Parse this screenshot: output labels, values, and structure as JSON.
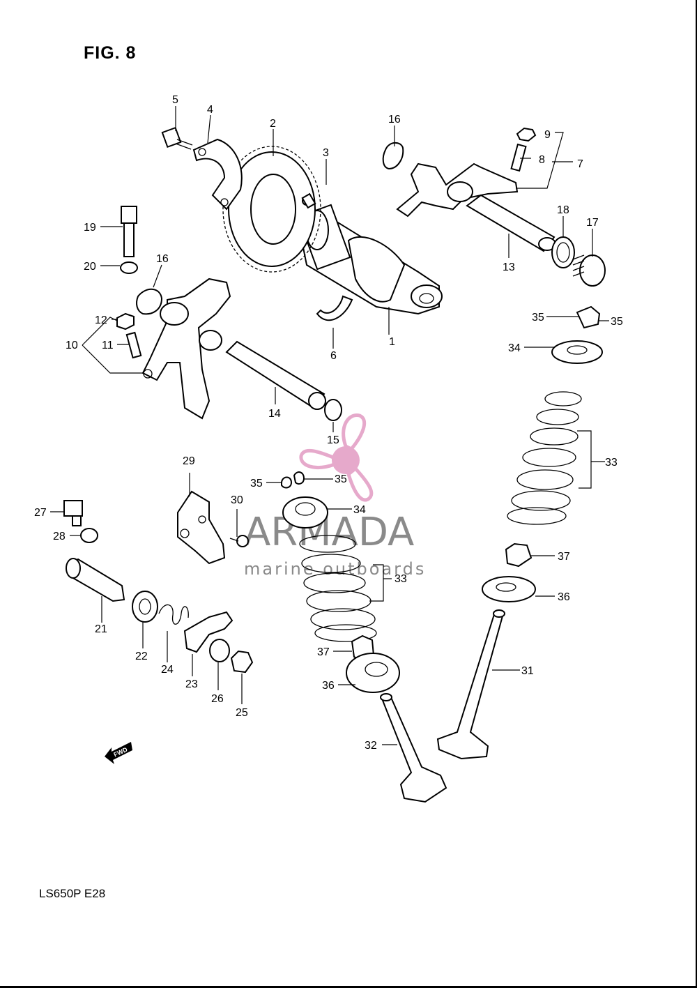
{
  "figure": {
    "title": "FIG. 8",
    "model_code": "LS650P  E28"
  },
  "watermark": {
    "brand": "ARMADA",
    "tagline": "marine outboards",
    "color": "#e0a4c6"
  },
  "fwd_label": "FWD",
  "callouts": [
    {
      "id": "c1",
      "text": "1"
    },
    {
      "id": "c2",
      "text": "2"
    },
    {
      "id": "c3",
      "text": "3"
    },
    {
      "id": "c4",
      "text": "4"
    },
    {
      "id": "c5",
      "text": "5"
    },
    {
      "id": "c6",
      "text": "6"
    },
    {
      "id": "c7",
      "text": "7"
    },
    {
      "id": "c8",
      "text": "8"
    },
    {
      "id": "c9",
      "text": "9"
    },
    {
      "id": "c10",
      "text": "10"
    },
    {
      "id": "c11",
      "text": "11"
    },
    {
      "id": "c12",
      "text": "12"
    },
    {
      "id": "c13",
      "text": "13"
    },
    {
      "id": "c14",
      "text": "14"
    },
    {
      "id": "c15",
      "text": "15"
    },
    {
      "id": "c16a",
      "text": "16"
    },
    {
      "id": "c16b",
      "text": "16"
    },
    {
      "id": "c17",
      "text": "17"
    },
    {
      "id": "c18",
      "text": "18"
    },
    {
      "id": "c19",
      "text": "19"
    },
    {
      "id": "c20",
      "text": "20"
    },
    {
      "id": "c21",
      "text": "21"
    },
    {
      "id": "c22",
      "text": "22"
    },
    {
      "id": "c23",
      "text": "23"
    },
    {
      "id": "c24",
      "text": "24"
    },
    {
      "id": "c25",
      "text": "25"
    },
    {
      "id": "c26",
      "text": "26"
    },
    {
      "id": "c27",
      "text": "27"
    },
    {
      "id": "c28",
      "text": "28"
    },
    {
      "id": "c29",
      "text": "29"
    },
    {
      "id": "c30",
      "text": "30"
    },
    {
      "id": "c31",
      "text": "31"
    },
    {
      "id": "c32",
      "text": "32"
    },
    {
      "id": "c33a",
      "text": "33"
    },
    {
      "id": "c33b",
      "text": "33"
    },
    {
      "id": "c34a",
      "text": "34"
    },
    {
      "id": "c34b",
      "text": "34"
    },
    {
      "id": "c35a",
      "text": "35"
    },
    {
      "id": "c35b",
      "text": "35"
    },
    {
      "id": "c35c",
      "text": "35"
    },
    {
      "id": "c35d",
      "text": "35"
    },
    {
      "id": "c36a",
      "text": "36"
    },
    {
      "id": "c36b",
      "text": "36"
    },
    {
      "id": "c37a",
      "text": "37"
    },
    {
      "id": "c37b",
      "text": "37"
    }
  ]
}
